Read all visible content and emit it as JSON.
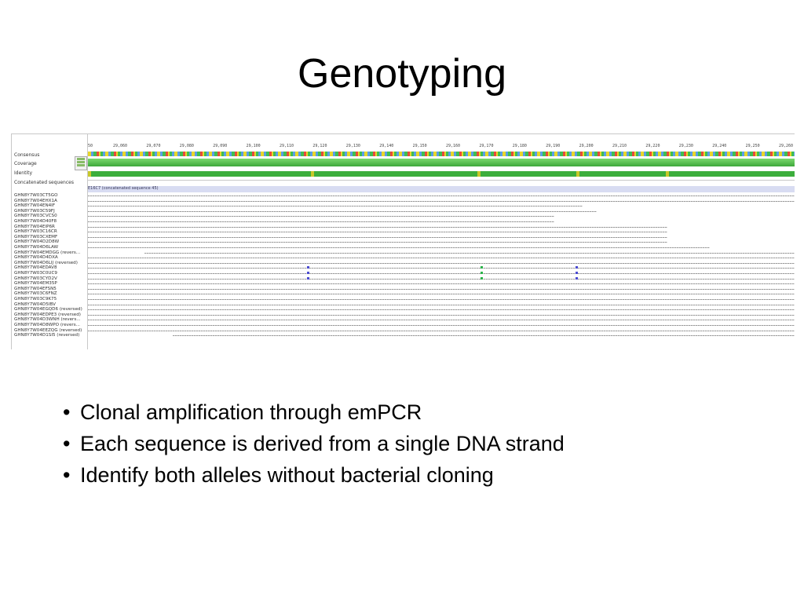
{
  "slide": {
    "title": "Genotyping",
    "bullets": [
      "Clonal amplification through emPCR",
      "Each sequence is derived from a single DNA strand",
      "Identify both alleles without bacterial cloning"
    ]
  },
  "viewer": {
    "track_labels": {
      "consensus": "Consensus",
      "coverage": "Coverage",
      "identity": "Identity",
      "concatenated": "Concatenated sequences"
    },
    "reference_label": "E16C7 (concatenated sequence 45)",
    "ruler_ticks": [
      "50",
      "29,060",
      "29,070",
      "29,080",
      "29,090",
      "29,100",
      "29,110",
      "29,120",
      "29,130",
      "29,140",
      "29,150",
      "29,160",
      "29,170",
      "29,180",
      "29,190",
      "29,200",
      "29,210",
      "29,220",
      "29,230",
      "29,240",
      "29,250",
      "29,260"
    ],
    "sequences": [
      {
        "name": "GHN8Y7W03CT5GO",
        "start": 0.0,
        "end": 1.0
      },
      {
        "name": "GHN8Y7W04EHX1A",
        "start": 0.0,
        "end": 1.0
      },
      {
        "name": "GHN8Y7W04EN4IF",
        "start": 0.0,
        "end": 0.7
      },
      {
        "name": "GHN8Y7W03C59FJ",
        "start": 0.0,
        "end": 0.72
      },
      {
        "name": "GHN8Y7W03CVCS0",
        "start": 0.0,
        "end": 0.66
      },
      {
        "name": "GHN8Y7W04D40F8",
        "start": 0.0,
        "end": 0.66
      },
      {
        "name": "GHN8Y7W04EIP6R",
        "start": 0.0,
        "end": 0.82
      },
      {
        "name": "GHN8Y7W03C16CR",
        "start": 0.0,
        "end": 0.82
      },
      {
        "name": "GHN8Y7W03CXEMF",
        "start": 0.0,
        "end": 0.82
      },
      {
        "name": "GHN8Y7W04D2D8W",
        "start": 0.0,
        "end": 0.82
      },
      {
        "name": "GHN8Y7W04D6LAW",
        "start": 0.0,
        "end": 0.88
      },
      {
        "name": "GHN8Y7W04EMDGG (revers...",
        "start": 0.08,
        "end": 1.0
      },
      {
        "name": "GHN8Y7W04D4DXA",
        "start": 0.0,
        "end": 1.0
      },
      {
        "name": "GHN8Y7W04D6LIJ (reversed)",
        "start": 0.0,
        "end": 1.0
      },
      {
        "name": "GHN8Y7W04EDAV8",
        "start": 0.0,
        "end": 1.0,
        "snps": [
          {
            "pos": 0.31,
            "color": "#4b4bd1"
          },
          {
            "pos": 0.555,
            "color": "#2bb34a"
          },
          {
            "pos": 0.69,
            "color": "#4b4bd1"
          }
        ]
      },
      {
        "name": "GHN8Y7W03C0UC9",
        "start": 0.0,
        "end": 1.0,
        "snps": [
          {
            "pos": 0.31,
            "color": "#4b4bd1"
          },
          {
            "pos": 0.555,
            "color": "#2bb34a"
          },
          {
            "pos": 0.69,
            "color": "#4b4bd1"
          }
        ]
      },
      {
        "name": "GHN8Y7W03CYD2V",
        "start": 0.0,
        "end": 1.0,
        "snps": [
          {
            "pos": 0.31,
            "color": "#4b4bd1"
          },
          {
            "pos": 0.555,
            "color": "#2bb34a"
          },
          {
            "pos": 0.69,
            "color": "#4b4bd1"
          }
        ]
      },
      {
        "name": "GHN8Y7W04EM35P",
        "start": 0.0,
        "end": 1.0
      },
      {
        "name": "GHN8Y7W04EFSN5",
        "start": 0.0,
        "end": 1.0
      },
      {
        "name": "GHN8Y7W03C6FNZ",
        "start": 0.0,
        "end": 1.0
      },
      {
        "name": "GHN8Y7W03C9K75",
        "start": 0.0,
        "end": 1.0
      },
      {
        "name": "GHN8Y7W04D5IBV",
        "start": 0.0,
        "end": 1.0
      },
      {
        "name": "GHN8Y7W04EGQD6 (reversed)",
        "start": 0.0,
        "end": 1.0
      },
      {
        "name": "GHN8Y7W04EDPE3 (reversed)",
        "start": 0.0,
        "end": 1.0
      },
      {
        "name": "GHN8Y7W04D3WNH (revers...",
        "start": 0.0,
        "end": 1.0
      },
      {
        "name": "GHN8Y7W04D8WPO (revers...",
        "start": 0.0,
        "end": 1.0
      },
      {
        "name": "GHN8Y7W04EEZQG (reversed)",
        "start": 0.0,
        "end": 1.0
      },
      {
        "name": "GHN8Y7W04D1SI5 (reversed)",
        "start": 0.12,
        "end": 1.0
      }
    ],
    "colors": {
      "coverage": "#3da83a",
      "identity": "#3cae3c",
      "identity_mismatch": "#c8c82a",
      "reference_row": "#d8dcf2"
    }
  }
}
